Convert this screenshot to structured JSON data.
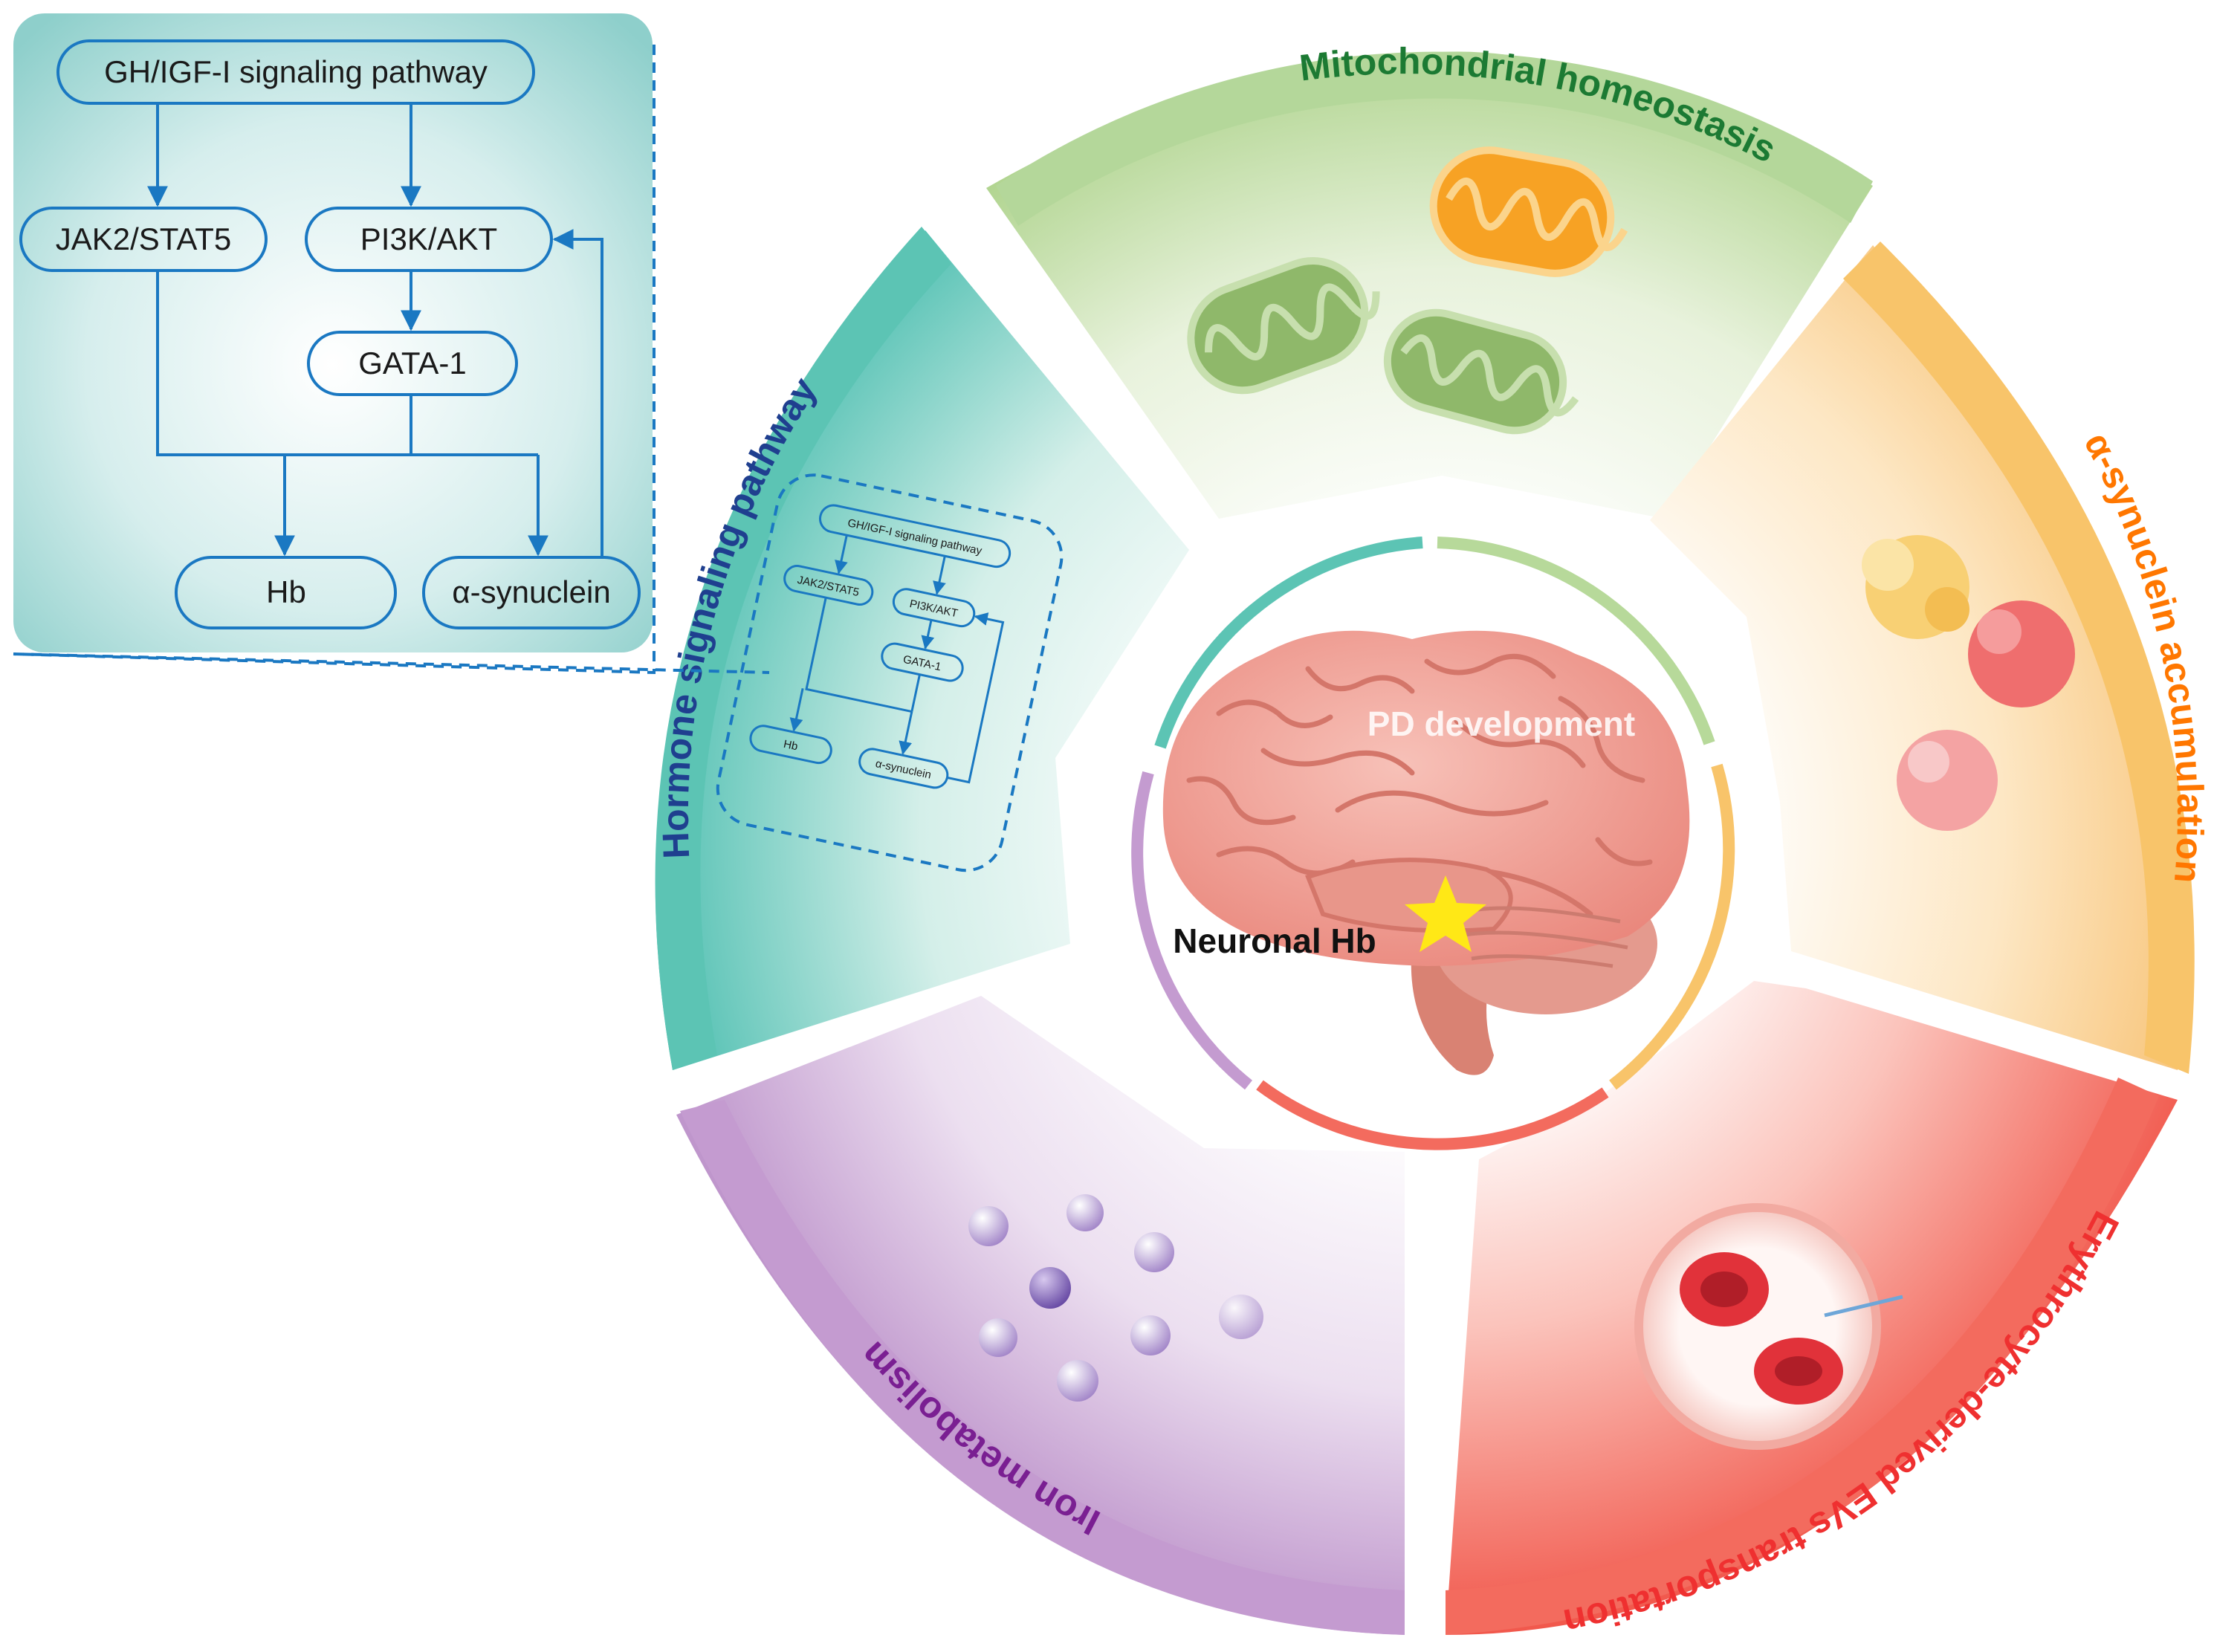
{
  "center": {
    "title": "PD development",
    "marker_label": "Neuronal Hb"
  },
  "segments": {
    "mitochondrial": {
      "title": "Mitochondrial homeostasis",
      "color": "#1c7a33"
    },
    "alpha_syn": {
      "title": "α-synuclein accumulation",
      "color": "#ff7700"
    },
    "erythro": {
      "title": "Erythrocyte-derived EVs transportation",
      "color": "#ef3030"
    },
    "iron": {
      "title": "Iron metabolism",
      "color": "#7a1f92"
    },
    "hormone": {
      "title": "Hormone signaling pathway",
      "color": "#1f3f8f"
    }
  },
  "pathway": {
    "nodes": {
      "gh": "GH/IGF-I signaling pathway",
      "jak": "JAK2/STAT5",
      "pi3k": "PI3K/AKT",
      "gata": "GATA-1",
      "hb": "Hb",
      "syn": "α-synuclein"
    }
  },
  "colors": {
    "pathway_line": "#1a78c2",
    "inset_bg": "#a4d5d3",
    "teal": "#5cc4b4",
    "green": "#b7d99a",
    "orange": "#f8c46a",
    "red": "#f36b5e",
    "purple": "#c49bd0",
    "star": "#ffe816"
  }
}
